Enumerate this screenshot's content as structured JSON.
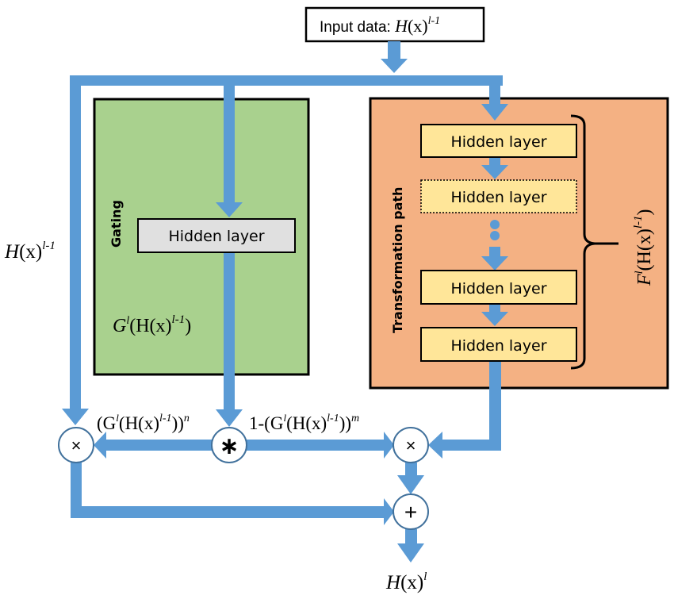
{
  "colors": {
    "arrow": "#5B9BD5",
    "gating_fill": "#A9D18E",
    "transform_fill": "#F4B183",
    "hidden_fill_transform": "#FFE699",
    "hidden_fill_gating": "#E0E0E0",
    "operator_stroke": "#41719C",
    "border": "#000000"
  },
  "input": {
    "prefix": "Input data: ",
    "fn": "H",
    "arg": "(x)",
    "sup": "l-1"
  },
  "gating": {
    "title": "Gating",
    "hidden_layer_label": "Hidden layer",
    "output_label": {
      "fn": "G",
      "sup1": "l",
      "open": "(H(x)",
      "sup2": "l-1",
      "close": ")"
    }
  },
  "transform": {
    "title": "Transformation path",
    "hidden_layers": [
      {
        "label": "Hidden layer",
        "style": "solid"
      },
      {
        "label": "Hidden layer",
        "style": "dotted"
      },
      {
        "label": "Hidden layer",
        "style": "solid"
      },
      {
        "label": "Hidden layer",
        "style": "solid"
      }
    ],
    "brace_label": {
      "fn": "F",
      "sup1": "l",
      "open": "(H(x)",
      "sup2": "l-1",
      "close": ")"
    }
  },
  "carry": {
    "label": {
      "fn": "H",
      "arg": "(x)",
      "sup": "l-1"
    }
  },
  "operators": {
    "left_multiply": "×",
    "star": "∗",
    "right_multiply": "×",
    "add": "+"
  },
  "gate_terms": {
    "carry_gate": {
      "open": "(G",
      "sup1": "l",
      "mid": "(H(x)",
      "sup2": "l-1",
      "close": "))",
      "exp": "n"
    },
    "transform_gate": {
      "prefix": "1-(G",
      "sup1": "l",
      "mid": "(H(x)",
      "sup2": "l-1",
      "close": "))",
      "exp": "m"
    }
  },
  "output": {
    "fn": "H",
    "arg": "(x)",
    "sup": "l"
  }
}
